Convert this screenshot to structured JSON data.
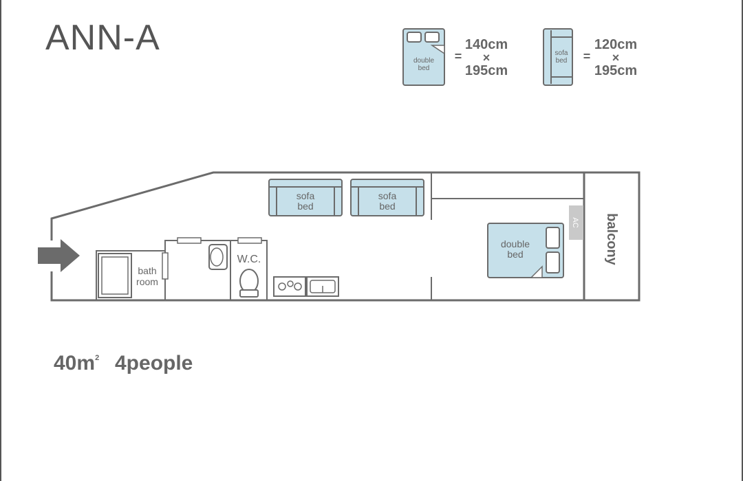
{
  "title": "ANN-A",
  "legend": {
    "double_bed": {
      "label_line1": "double",
      "label_line2": "bed",
      "equals": "=",
      "width": "140cm",
      "times": "×",
      "length": "195cm"
    },
    "sofa_bed": {
      "label_line1": "sofa",
      "label_line2": "bed",
      "equals": "=",
      "width": "120cm",
      "times": "×",
      "length": "195cm"
    }
  },
  "floorplan": {
    "bathroom_line1": "bath",
    "bathroom_line2": "room",
    "wc": "W.C.",
    "sofa_bed_1_line1": "sofa",
    "sofa_bed_1_line2": "bed",
    "sofa_bed_2_line1": "sofa",
    "sofa_bed_2_line2": "bed",
    "double_bed_line1": "double",
    "double_bed_line2": "bed",
    "ac": "AC",
    "balcony": "balcony"
  },
  "footer": {
    "area_number": "40",
    "area_unit": "m",
    "area_sup": "2",
    "capacity": "4people"
  },
  "colors": {
    "furniture_fill": "#c6e0ea",
    "line": "#6b6b6b",
    "ac_fill": "#c9c9c9",
    "text": "#666666"
  },
  "icons": [
    "entrance-arrow-icon",
    "bathtub-icon",
    "sink-icon",
    "toilet-icon",
    "stove-icon",
    "kitchen-sink-icon"
  ]
}
